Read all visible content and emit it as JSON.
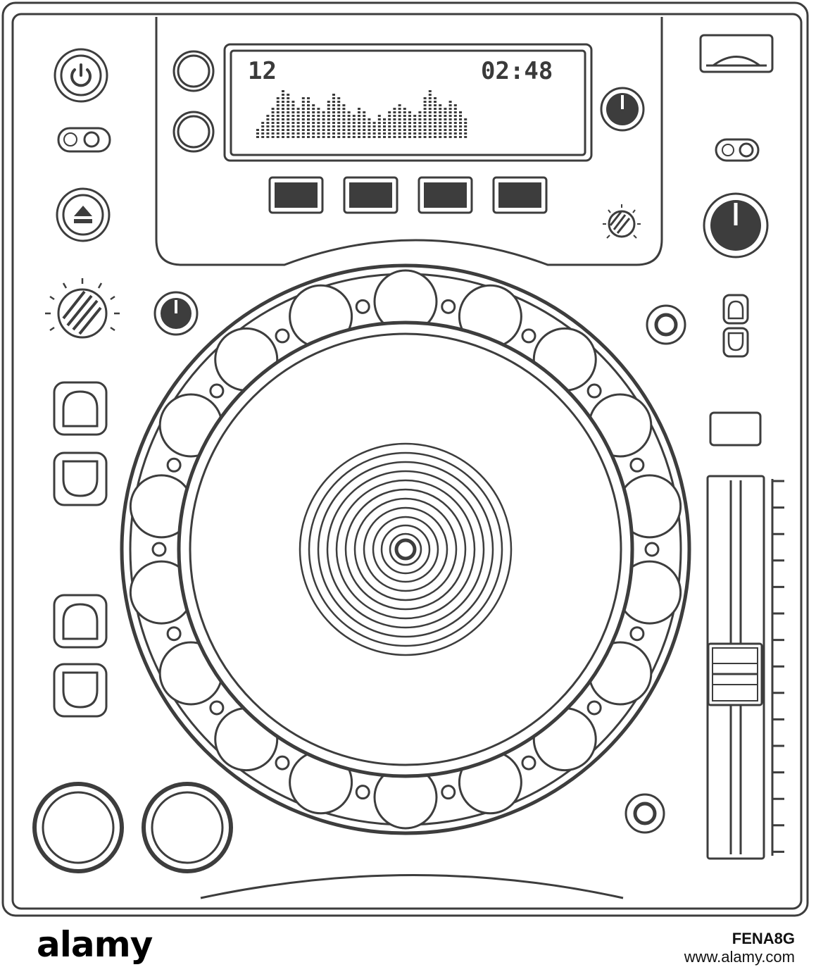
{
  "display": {
    "track_number": "12",
    "time": "02:48",
    "level_meter": [
      3,
      5,
      7,
      9,
      12,
      14,
      13,
      11,
      9,
      12,
      12,
      10,
      9,
      8,
      11,
      13,
      12,
      10,
      8,
      7,
      9,
      8,
      6,
      5,
      7,
      6,
      8,
      9,
      10,
      9,
      8,
      7,
      8,
      12,
      14,
      12,
      10,
      9,
      11,
      10,
      8,
      6
    ]
  },
  "colors": {
    "stroke": "#3d3d3d",
    "fill_dark": "#3d3d3d",
    "lcd_bg": "#ffffff"
  },
  "icons": {
    "power": "power-icon",
    "eject": "eject-icon"
  },
  "watermark": {
    "logo": "alamy",
    "image_id": "FENA8G",
    "site": "www.alamy.com"
  }
}
